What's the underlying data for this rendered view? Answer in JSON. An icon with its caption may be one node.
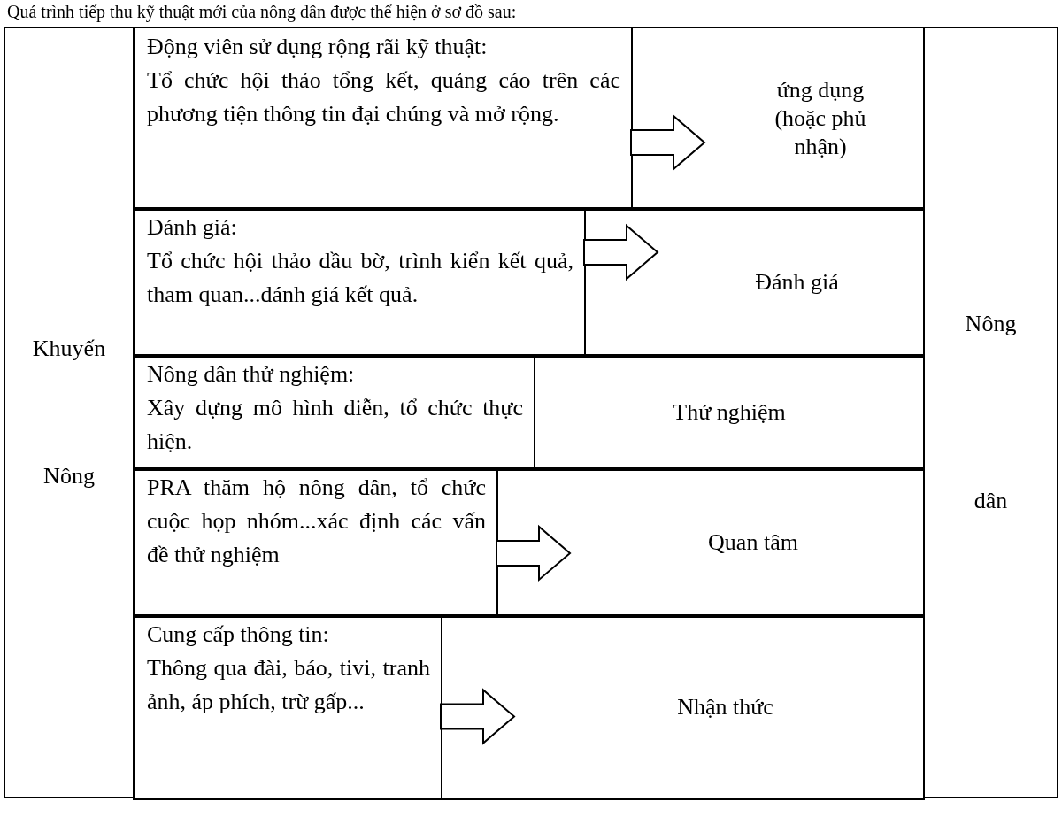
{
  "diagram": {
    "title": "Quá trình tiếp thu kỹ thuật mới của nông dân được thể hiện ở sơ đồ sau:",
    "nodes": [
      {
        "text": [
          "Khuyến Nông"
        ]
      },
      {
        "text": [
          "Động viên sử dụng rộng rãi kỹ thuật:",
          "Tổ chức hội thảo tổng kết, quảng cáo trên các phương tiện thông tin đại chúng và mở rộng."
        ]
      },
      {
        "text": [
          "ứng dụng (hoặc phủ nhận)"
        ]
      },
      {
        "text": [
          "Đánh giá:",
          "Tổ chức hội thảo dầu bờ, trình kiển kết quả, tham quan...đánh giá kết quả."
        ]
      },
      {
        "text": [
          "Đánh giá"
        ]
      },
      {
        "text": [
          "Nông dân thử nghiệm:",
          "Xây dựng mô hình diễn, tổ chức thực hiện."
        ]
      },
      {
        "text": [
          "Thử nghiệm"
        ]
      },
      {
        "text": [
          "PRA thăm hộ nông dân, tổ chức cuộc họp nhóm...xác định các vấn đề thử nghiệm"
        ]
      },
      {
        "text": [
          "Quan tâm"
        ]
      },
      {
        "text": [
          "Cung cấp thông tin:",
          "Thông qua đài, báo, tivi, tranh ảnh, áp phích, trừ gấp..."
        ]
      },
      {
        "text": [
          "Nhận thức"
        ]
      },
      {
        "text": [
          "Nông dân"
        ]
      }
    ],
    "edges": [
      {
        "from": 1,
        "to": 2,
        "arrow": "to"
      },
      {
        "from": 3,
        "to": 4,
        "arrow": "to"
      },
      {
        "from": 7,
        "to": 8,
        "arrow": "to"
      },
      {
        "from": 9,
        "to": 10,
        "arrow": "to"
      }
    ]
  }
}
